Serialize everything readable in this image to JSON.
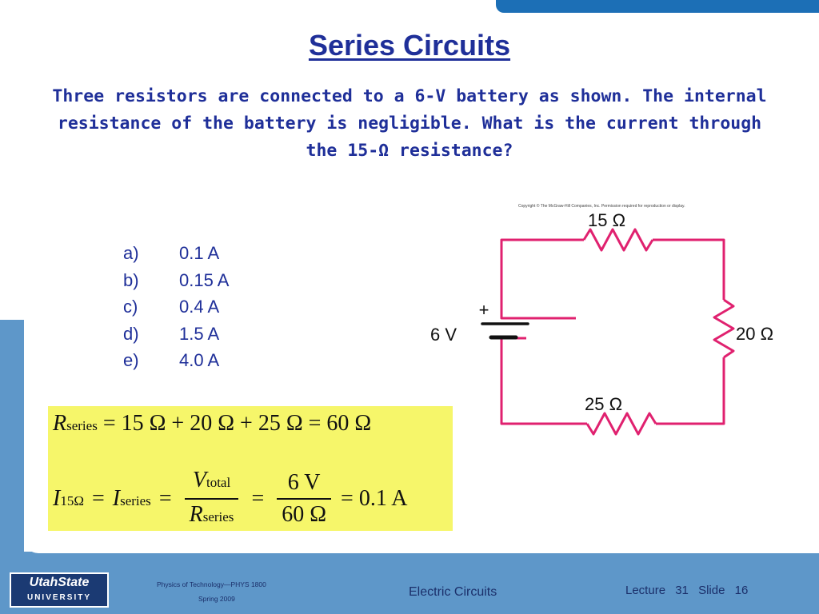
{
  "slide": {
    "title": "Series Circuits",
    "question": "Three resistors are connected to a 6-V battery as shown.  The internal resistance of the battery is negligible.  What is the current through the 15-Ω resistance?",
    "choices": [
      {
        "label": "a)",
        "text": "0.1 A"
      },
      {
        "label": "b)",
        "text": "0.15 A"
      },
      {
        "label": "c)",
        "text": "0.4 A"
      },
      {
        "label": "d)",
        "text": "1.5 A"
      },
      {
        "label": "e)",
        "text": "4.0 A"
      }
    ]
  },
  "circuit": {
    "copyright": "Copyright © The McGraw-Hill Companies, Inc. Permission required for reproduction or display.",
    "top_resistor": "15 Ω",
    "right_resistor": "20 Ω",
    "bottom_resistor": "25 Ω",
    "battery_voltage": "6 V",
    "battery_plus": "+",
    "wire_color": "#e0216f"
  },
  "formula": {
    "line1": {
      "symbol": "R",
      "subscript": "series",
      "rhs": "= 15 Ω  +  20 Ω  +  25 Ω = 60 Ω"
    },
    "line2": {
      "lhs_symbol": "I",
      "lhs_subscript": "15Ω",
      "eq1": "=",
      "mid_symbol": "I",
      "mid_subscript": "series",
      "eq2": "=",
      "frac1_num_symbol": "V",
      "frac1_num_subscript": "total",
      "frac1_den_symbol": "R",
      "frac1_den_subscript": "series",
      "eq3": "=",
      "frac2_num": "6 V",
      "frac2_den": "60 Ω",
      "result": "= 0.1 A"
    },
    "highlight_color": "#f6f66a"
  },
  "footer": {
    "logo_top": "UtahState",
    "logo_bottom": "UNIVERSITY",
    "course": "Physics of Technology—PHYS 1800",
    "term": "Spring 2009",
    "topic": "Electric Circuits",
    "lecture_label": "Lecture",
    "lecture_number": "31",
    "slide_label": "Slide",
    "slide_number": "16"
  }
}
